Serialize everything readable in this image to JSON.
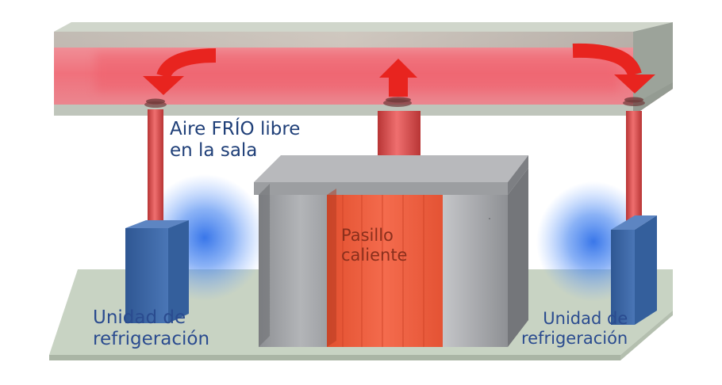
{
  "labels": {
    "cold_air": [
      "Aire FRÍO libre",
      "en la sala"
    ],
    "hot_aisle": [
      "Pasillo",
      "caliente"
    ],
    "cooling_unit_left": [
      "Unidad de",
      "refrigeración"
    ],
    "cooling_unit_right": [
      "Unidad de",
      "refrigeración"
    ]
  },
  "colors": {
    "hot_air": "#ef5b68",
    "arrow": "#e8241f",
    "duct": "#d84b4b",
    "cold_air_glow": "#2f6fe8",
    "cooling_unit": "#3c6aa8",
    "hot_aisle": "#ef5a3e",
    "rack_gray": "#a9aaad",
    "floor": "#c8d3c3"
  },
  "icons": [
    "arrow-down-left-icon",
    "arrow-up-icon",
    "arrow-down-right-icon"
  ]
}
